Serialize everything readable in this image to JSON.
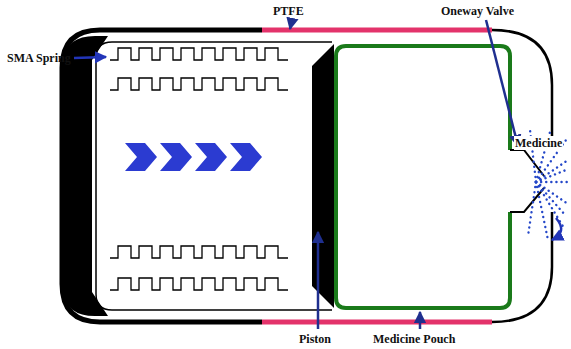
{
  "diagram": {
    "labels": [
      "PTFE",
      "SMA Spring",
      "Oneway Valve",
      "Medicine",
      "Piston",
      "Medicine Pouch"
    ]
  }
}
